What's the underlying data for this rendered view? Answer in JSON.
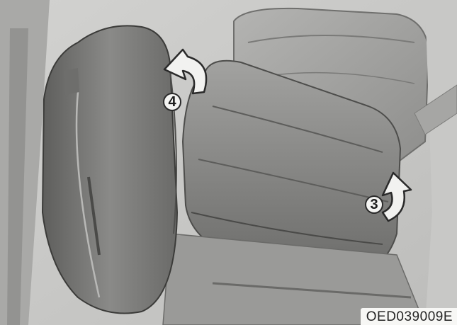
{
  "figure": {
    "step_labels": {
      "fold_seatback": "4",
      "lift_cushion": "3"
    },
    "figure_code": "OED039009E",
    "icons": {
      "fold_arrow": "curved-arrow-back-icon",
      "lift_arrow": "curved-arrow-up-icon"
    },
    "colors": {
      "seat_fabric": "#7a7a78",
      "seat_leather": "#8d8d8b",
      "background": "#d9d9d7",
      "arrow_fill": "#f2f2f0",
      "arrow_outline": "#2a2a2a"
    }
  }
}
